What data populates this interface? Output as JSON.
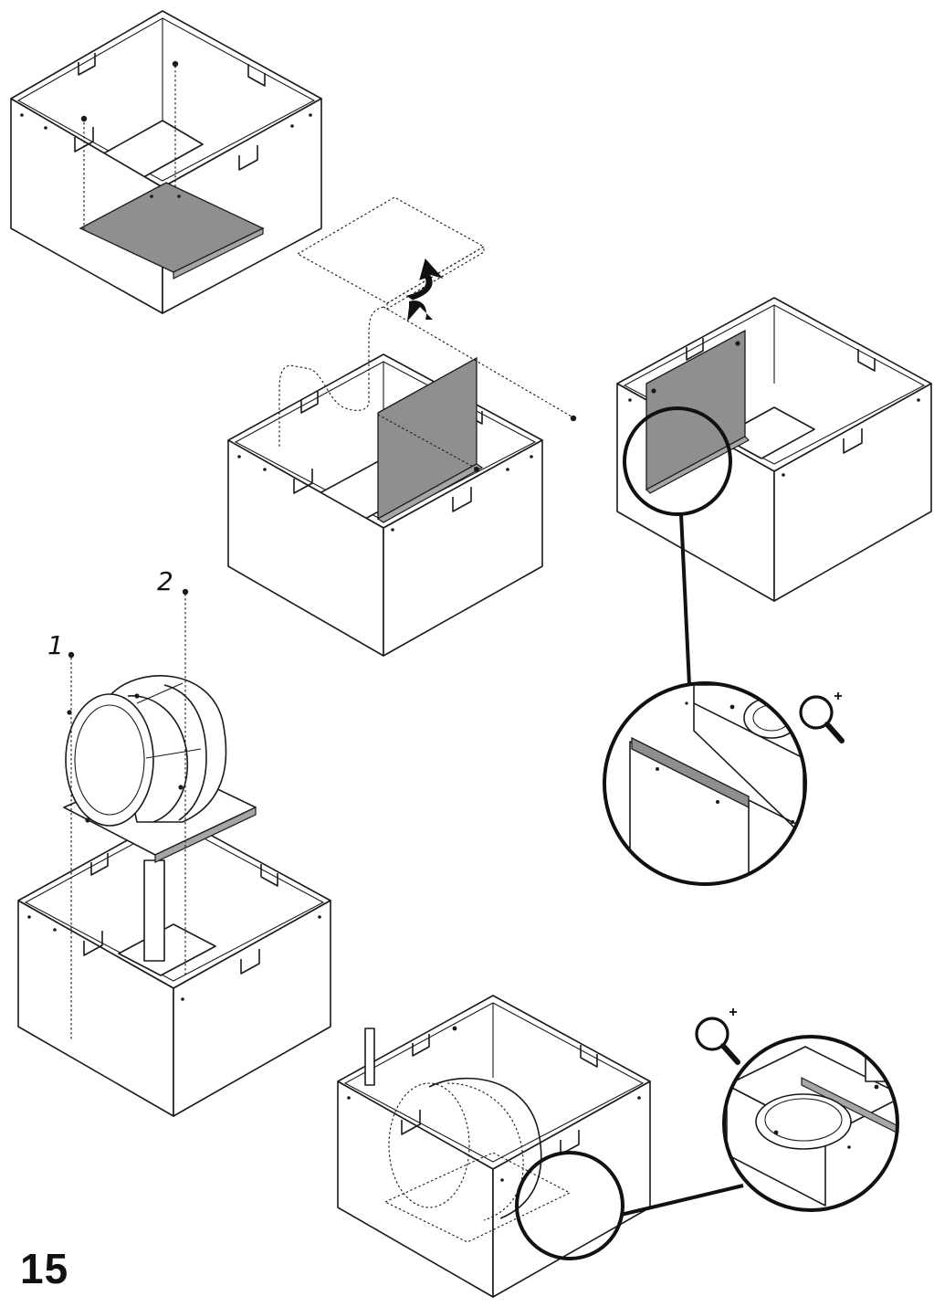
{
  "step": {
    "number": "15"
  },
  "callouts": {
    "screw_1": "1",
    "screw_2": "2"
  },
  "icons": {
    "zoom": "magnifier-plus-icon"
  },
  "colors": {
    "line": "#1a1a1a",
    "panel": "#8f8f8f",
    "background": "#ffffff"
  }
}
